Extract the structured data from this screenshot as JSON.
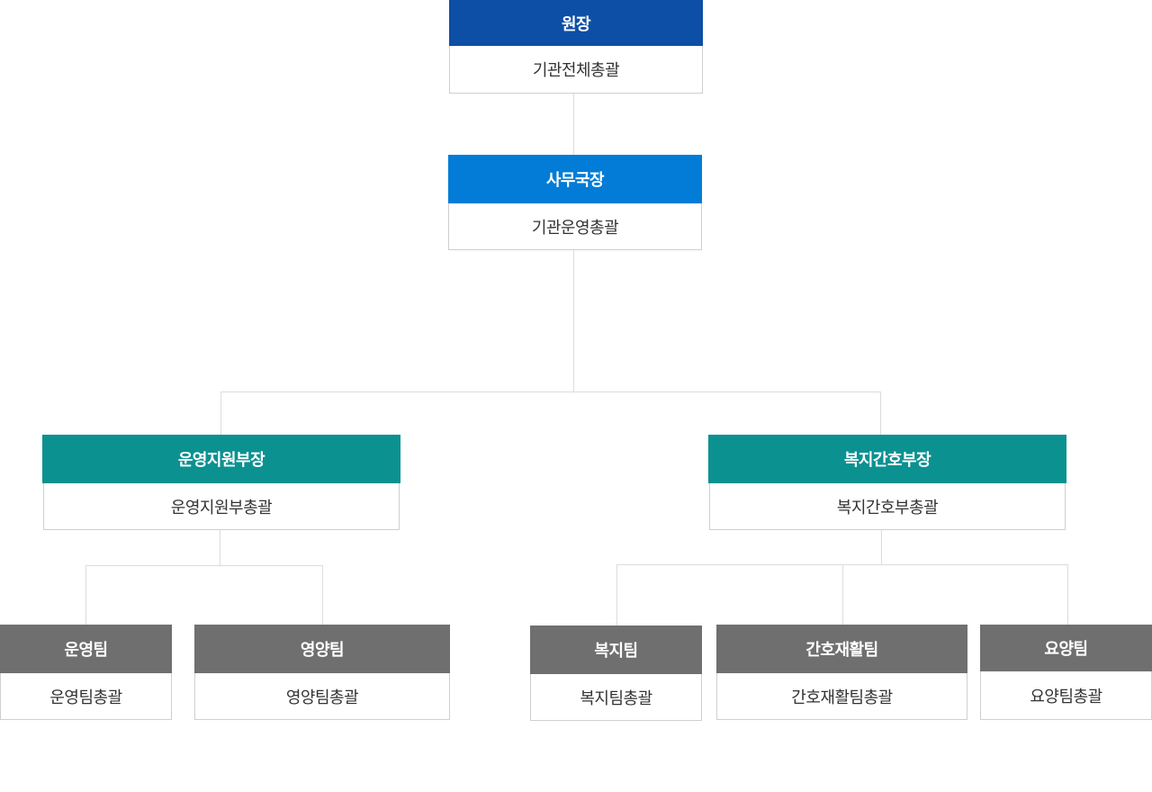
{
  "colors": {
    "director": "#0d4fa6",
    "secretary": "#027cd6",
    "department": "#0c9191",
    "team": "#6f6f6f",
    "connector": "#dcdcdc"
  },
  "director": {
    "title": "원장",
    "role": "기관전체총괄"
  },
  "secretary": {
    "title": "사무국장",
    "role": "기관운영총괄"
  },
  "departments": [
    {
      "title": "운영지원부장",
      "role": "운영지원부총괄"
    },
    {
      "title": "복지간호부장",
      "role": "복지간호부총괄"
    }
  ],
  "teams": [
    {
      "title": "운영팀",
      "role": "운영팀총괄"
    },
    {
      "title": "영양팀",
      "role": "영양팀총괄"
    },
    {
      "title": "복지팀",
      "role": "복지팀총괄"
    },
    {
      "title": "간호재활팀",
      "role": "간호재활팀총괄"
    },
    {
      "title": "요양팀",
      "role": "요양팀총괄"
    }
  ]
}
